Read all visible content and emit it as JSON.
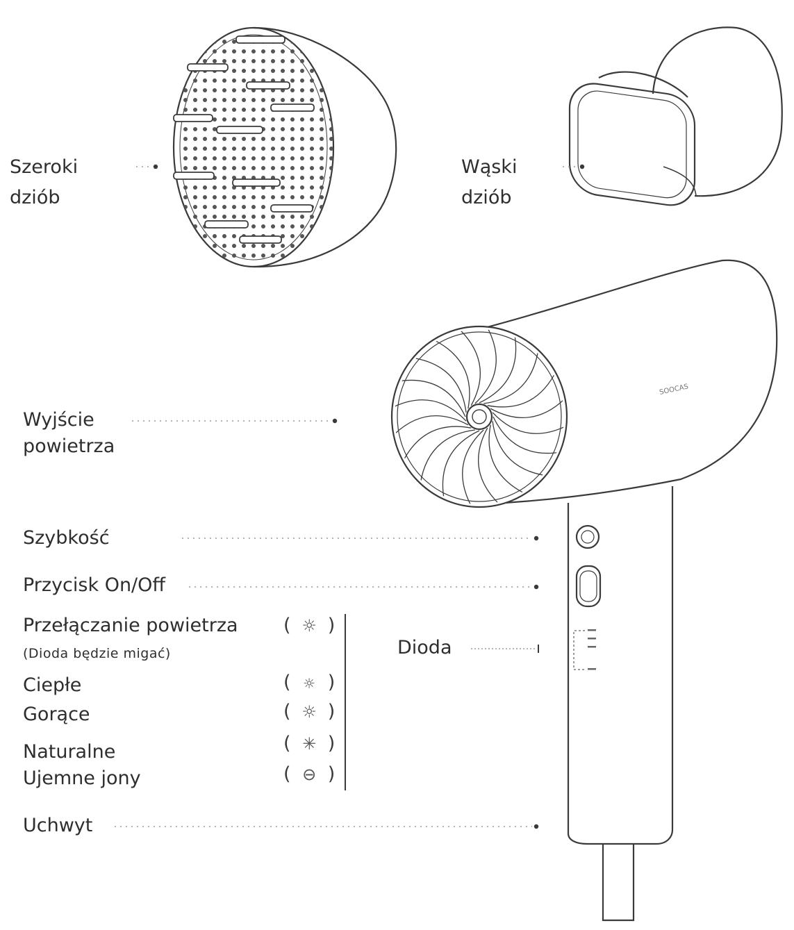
{
  "labels": {
    "wide_nozzle": [
      "Szeroki",
      "dziób"
    ],
    "narrow_nozzle": [
      "Wąski",
      "dziób"
    ],
    "air_outlet": [
      "Wyjście",
      "powietrza"
    ],
    "speed": "Szybkość",
    "power_button": "Przycisk On/Off",
    "air_switch": "Przełączanie powietrza",
    "air_switch_note": "(Dioda będzie migać)",
    "led": "Dioda",
    "handle": "Uchwyt"
  },
  "modes": [
    {
      "label": "Ciepłe",
      "icon": "sun-small-icon",
      "glyph": "☼"
    },
    {
      "label": "Gorące",
      "icon": "sun-icon",
      "glyph": "☼"
    },
    {
      "label": "Naturalne",
      "icon": "asterisk-icon",
      "glyph": "✳"
    },
    {
      "label": "Ujemne jony",
      "icon": "ion-bubbles-icon",
      "glyph": "⊖"
    }
  ],
  "air_switch_icon": {
    "icon": "sun-gear-icon",
    "glyph": "☼"
  },
  "brand_mark": "SOOCAS",
  "colors": {
    "line": "#3a3a3a",
    "text": "#2e2e2e",
    "dots": "#9a9a9a"
  }
}
